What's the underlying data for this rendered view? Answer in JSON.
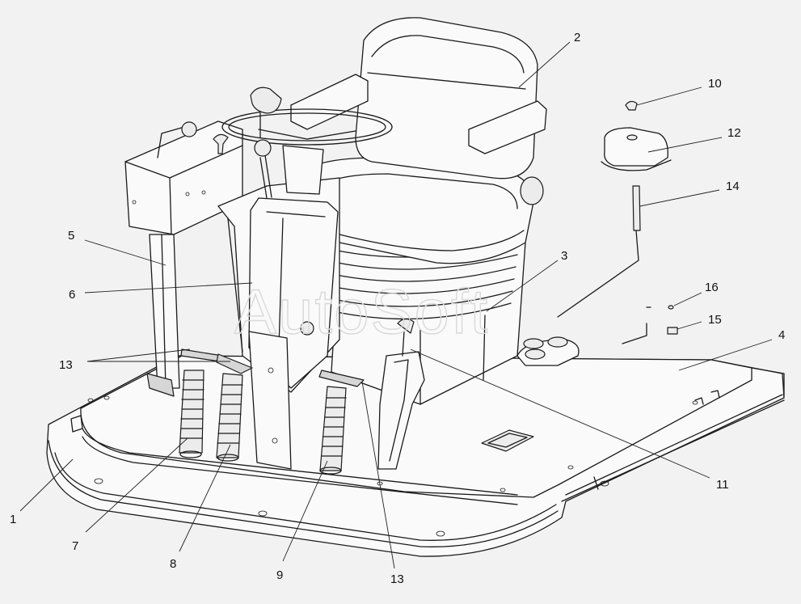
{
  "watermark": "AutoSoft",
  "callouts": [
    {
      "id": "1",
      "label": "1"
    },
    {
      "id": "2",
      "label": "2"
    },
    {
      "id": "3",
      "label": "3"
    },
    {
      "id": "4",
      "label": "4"
    },
    {
      "id": "5",
      "label": "5"
    },
    {
      "id": "6",
      "label": "6"
    },
    {
      "id": "7",
      "label": "7"
    },
    {
      "id": "8",
      "label": "8"
    },
    {
      "id": "9",
      "label": "9"
    },
    {
      "id": "10",
      "label": "10"
    },
    {
      "id": "11",
      "label": "11"
    },
    {
      "id": "12",
      "label": "12"
    },
    {
      "id": "13a",
      "label": "13"
    },
    {
      "id": "13b",
      "label": "13"
    },
    {
      "id": "14",
      "label": "14"
    },
    {
      "id": "15",
      "label": "15"
    },
    {
      "id": "16",
      "label": "16"
    }
  ]
}
